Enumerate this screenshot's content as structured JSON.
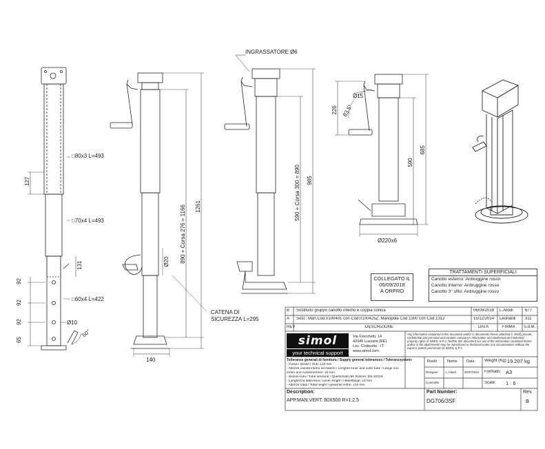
{
  "drawing": {
    "left_view": {
      "tube_outer": "□80x3 L=493",
      "tube_inner": "□70x4 L=493",
      "tube_third": "□60x4 L=422",
      "dim_127": "127",
      "dim_131": "131",
      "dim_92_a": "92",
      "dim_92_b": "92",
      "dim_92_c": "92",
      "dim_65": "65",
      "hole": "Ø10",
      "angle": "50°"
    },
    "second_view": {
      "dim_stroke": "890 + Corsa 276 = 1166",
      "dim_total": "1261",
      "dim_pin": "Ø20",
      "dim_base": "140",
      "chain_label_1": "CATENA DI",
      "chain_label_2": "SICUREZZA L=295"
    },
    "third_view": {
      "grease_label": "INGRASSATORE Ø6",
      "dim_stroke": "590 + Corsa 300 = 890",
      "dim_total": "985"
    },
    "fourth_view": {
      "dim_226": "226",
      "dim_15": "Ø15",
      "dim_angle": "83.5°",
      "dim_590": "590",
      "dim_685": "685",
      "dim_base": "Ø220x6"
    }
  },
  "collegato": {
    "line1": "COLLEGATO IL",
    "line2": "06/09/2018",
    "line3": "A ORPRO"
  },
  "trattamenti": {
    "title": "TRATTAMENTI SUPERFICIALI",
    "rows": [
      "Canotto esterno: Antiruggine rosso",
      "Canotto interno: Antiruggine rosso",
      "Canotto 3° sfilo: Antiruggine rosso"
    ]
  },
  "revisions": [
    {
      "rev": "B",
      "desc": "Sostituito gruppo canotto interno e coppia conica",
      "date": "06/09/2018",
      "sign": "L.Allodi",
      "sdm": "677"
    },
    {
      "rev": "A",
      "desc": "Sost.: Man.Cod.0100401 con Cod.0100425Z; Manopola Cod.1300 con Cod.1312",
      "date": "15/12/2014",
      "sign": "Leonardi",
      "sdm": "311"
    }
  ],
  "rev_header": {
    "rev": "REV",
    "desc": "DESCRIZIONE",
    "date": "DATA",
    "sign": "FIRMA",
    "sdm": "S.d.M."
  },
  "company": {
    "logo": "simol",
    "tagline": "your technical support",
    "addr1": "Via Fiocchetti, 14",
    "addr2": "42045 Luzzara (RE)",
    "addr3": "Loc. Codisotto - IT",
    "web": "www.simol.com",
    "legal": "Any information contained in this document and/or in documents herein attached is strictly private, confidential and personal and contains company's information and intellectual and industrial property rights of SIMOL S.P.A. Neither this document nor any of the information contained herein and/or in the attachments may be reproduced or disclosed under any circumstances without the express written permission of SIMOL S.P.A."
  },
  "tolerances": {
    "title": "Tolleranze generali di fornitura / Supply general tolerances / Toleranzsystem:",
    "lines": [
      "- Corsa / stroke / Hub: ±10 mm",
      "- Altezze canotti interni ed esterni / Lenghts Inner and outer tube / Länge von",
      "  Innen-und Aussenrohren: ±5 mm",
      "- Sezioni tubi / Tube sections / Querschnitt der Rohren: EN-10219",
      "- Lunghezza della leva / Lever lenght / Hebellänge: ±3 mm",
      "- Altezze totali / Total height / gesamte Höhe: ±15 mm"
    ]
  },
  "info": {
    "role": "Ruolo",
    "name": "Nome",
    "date": "Data",
    "weight_label": "Weight (Kg):",
    "weight": "19.207 kg",
    "designer_label": "Designer",
    "designer": "L.Allodi",
    "designer_date": "26/07/2012",
    "format_label": "Formato:",
    "format": "A3",
    "controller_label": "Controller",
    "scale_label": "Scale:",
    "scale": "1 : 6"
  },
  "footer": {
    "description_label": "Description:",
    "description": "APP.MAN.VERT. 80X500 R=1:2,5",
    "part_label": "Part Number:",
    "part": "DG706/3SF",
    "rev_label": "Rev.",
    "rev": "B"
  },
  "colors": {
    "line": "#222222",
    "accent": "#111111"
  }
}
